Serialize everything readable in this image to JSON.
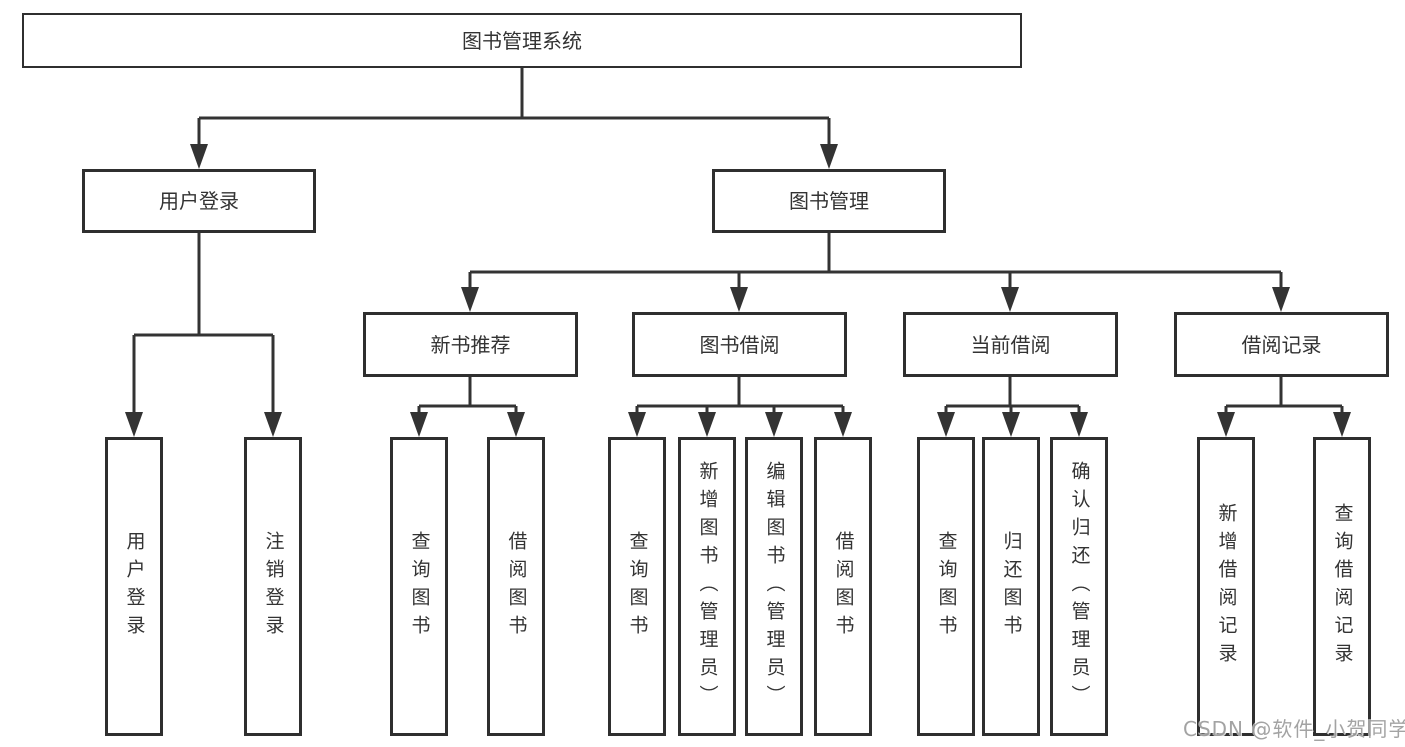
{
  "tree": {
    "root": {
      "label": "图书管理系统"
    },
    "login": {
      "label": "用户登录",
      "children": [
        {
          "label": "用户登录"
        },
        {
          "label": "注销登录"
        }
      ]
    },
    "management": {
      "label": "图书管理",
      "sections": [
        {
          "label": "新书推荐",
          "children": [
            {
              "label": "查询图书"
            },
            {
              "label": "借阅图书"
            }
          ]
        },
        {
          "label": "图书借阅",
          "children": [
            {
              "label": "查询图书"
            },
            {
              "label": "新增图书（管理员）"
            },
            {
              "label": "编辑图书（管理员）"
            },
            {
              "label": "借阅图书"
            }
          ]
        },
        {
          "label": "当前借阅",
          "children": [
            {
              "label": "查询图书"
            },
            {
              "label": "归还图书"
            },
            {
              "label": "确认归还（管理员）"
            }
          ]
        },
        {
          "label": "借阅记录",
          "children": [
            {
              "label": "新增借阅记录"
            },
            {
              "label": "查询借阅记录"
            }
          ]
        }
      ]
    }
  },
  "watermark": {
    "text": "CSDN @软件_小贺同学"
  },
  "colors": {
    "line": "#333333",
    "box_border": "#2f2f2f",
    "text": "#333333",
    "watermark": "#9e9e9e",
    "background": "#ffffff"
  }
}
